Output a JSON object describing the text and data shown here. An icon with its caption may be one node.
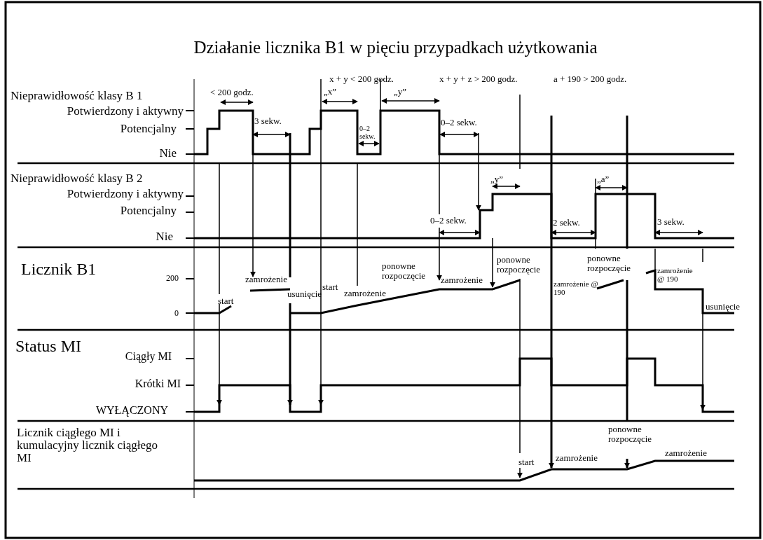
{
  "diagram": {
    "title": "Działanie licznika B1 w pięciu przypadkach użytkowania",
    "labels": [
      "Nieprawidłowość klasy B 1",
      "< 200 godz.",
      "x + y < 200 godz.",
      "x + y + z > 200 godz.",
      "a + 190 > 200 godz.",
      "„x”",
      "„y”",
      "Potwierdzony i aktywny",
      "3 sekw.",
      "0–2 sekw.",
      "0–2 sekw.",
      "Potencjalny",
      "Nie",
      "Nieprawidłowość klasy B 2",
      "„y”",
      "„a”",
      "Potwierdzony i aktywny",
      "Potencjalny",
      "0–2 sekw.",
      "2 sekw.",
      "3 sekw.",
      "Nie",
      "Licznik B1",
      "ponowne rozpoczęcie",
      "ponowne rozpoczęcie",
      "ponowne rozpoczęcie",
      "200",
      "zamrożenie",
      "zamrożenie",
      "zamrożenie @ 190",
      "start",
      "zamrożenie",
      "usunięcie",
      "zamrożenie @ 190",
      "start",
      "usunięcie",
      "0",
      "Status MI",
      "Ciągły MI",
      "Krótki MI",
      "WYŁĄCZONY",
      "Licznik ciągłego MI i kumulacyjny licznik ciągłego MI",
      "ponowne rozpoczęcie",
      "zamrożenie",
      "zamrożenie",
      "start"
    ]
  }
}
